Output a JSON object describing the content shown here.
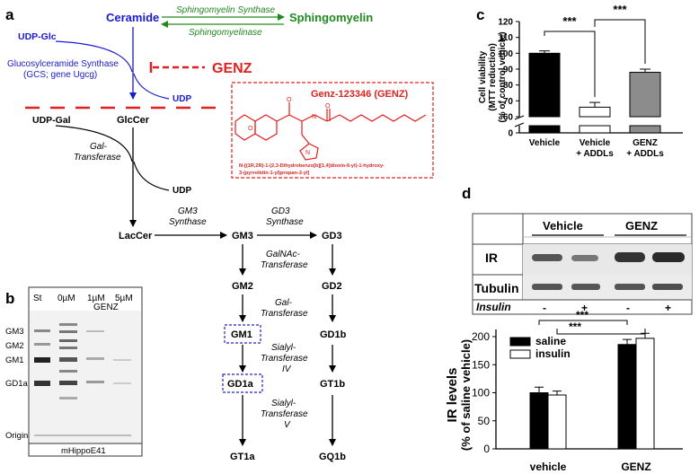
{
  "panels": {
    "a": "a",
    "b": "b",
    "c": "c",
    "d": "d"
  },
  "pathway": {
    "ceramide": "Ceramide",
    "sphingomyelin": "Sphingomyelin",
    "sm_synthase": "Sphingomyelin Synthase",
    "sm_ase": "Sphingomyelinase",
    "udp_glc": "UDP-Glc",
    "gcs_line1": "Glucosylceramide Synthase",
    "gcs_line2": "(GCS; gene Ugcg)",
    "genz": "GENZ",
    "udp1": "UDP",
    "glccer": "GlcCer",
    "udp_gal": "UDP-Gal",
    "gal_t1_line1": "Gal-",
    "gal_t1_line2": "Transferase",
    "udp2": "UDP",
    "laccer": "LacCer",
    "gm3_syn_line1": "GM3",
    "gm3_syn_line2": "Synthase",
    "gm3": "GM3",
    "gd3_syn_line1": "GD3",
    "gd3_syn_line2": "Synthase",
    "gd3": "GD3",
    "galnac_line1": "GalNAc-",
    "galnac_line2": "Transferase",
    "gm2": "GM2",
    "gd2": "GD2",
    "gal_t2_line1": "Gal-",
    "gal_t2_line2": "Transferase",
    "gm1": "GM1",
    "gd1b": "GD1b",
    "sialyl4_line1": "Sialyl-",
    "sialyl4_line2": "Transferase",
    "sialyl4_line3": "IV",
    "gd1a": "GD1a",
    "gt1b": "GT1b",
    "sialyl5_line1": "Sialyl-",
    "sialyl5_line2": "Transferase",
    "sialyl5_line3": "V",
    "gt1a": "GT1a",
    "gq1b": "GQ1b"
  },
  "structure": {
    "title": "Genz-123346 (GENZ)",
    "name_line1": "N-[(1R,2R)-1-(2,3-Dihydrobenzo[b][1,4]dioxin-6-yl)-1-hydroxy-",
    "name_line2": "3-(pyrrolidin-1-yl)propan-2-yl]"
  },
  "tlc": {
    "columns": [
      "St",
      "0µM",
      "1µM",
      "5µM"
    ],
    "genz_label": "GENZ",
    "bands": [
      "GM3",
      "GM2",
      "GM1",
      "GD1a",
      "Origin"
    ],
    "caption": "mHippoE41"
  },
  "western": {
    "groups": [
      "Vehicle",
      "GENZ"
    ],
    "rows": [
      "IR",
      "Tubulin"
    ],
    "insulin_label": "Insulin",
    "insulin_signs": [
      "-",
      "+",
      "-",
      "+"
    ]
  },
  "chart_data": [
    {
      "type": "bar",
      "categories": [
        "Vehicle",
        "Vehicle + ADDLs",
        "GENZ + ADDLs"
      ],
      "category_lines": [
        [
          "Vehicle"
        ],
        [
          "Vehicle",
          "+ ADDLs"
        ],
        [
          "GENZ",
          "+ ADDLs"
        ]
      ],
      "values": [
        100,
        66,
        88
      ],
      "errors": [
        1.5,
        3,
        2
      ],
      "colors": [
        "#000000",
        "#ffffff",
        "#8c8c8c"
      ],
      "ylabel_lines": [
        "Cell viability",
        "(MTT reduction)",
        "(% of control vehicle)"
      ],
      "yticks": [
        "0",
        "60",
        "70",
        "80",
        "90",
        "100",
        "110",
        "120"
      ],
      "ylim": [
        60,
        120
      ],
      "axis_break": true,
      "significance": [
        "***",
        "***"
      ]
    },
    {
      "type": "bar",
      "categories": [
        "vehicle",
        "GENZ"
      ],
      "series": [
        {
          "name": "saline",
          "values": [
            100,
            186
          ],
          "errors": [
            10,
            9
          ],
          "color": "#000000"
        },
        {
          "name": "insulin",
          "values": [
            96,
            197
          ],
          "errors": [
            7,
            9
          ],
          "color": "#ffffff"
        }
      ],
      "ylabel_lines": [
        "IR levels",
        "(% of saline vehicle)"
      ],
      "yticks": [
        "0",
        "50",
        "100",
        "150",
        "200"
      ],
      "ylim": [
        0,
        200
      ],
      "legend": "top-left",
      "significance": [
        "***",
        "***"
      ]
    }
  ]
}
